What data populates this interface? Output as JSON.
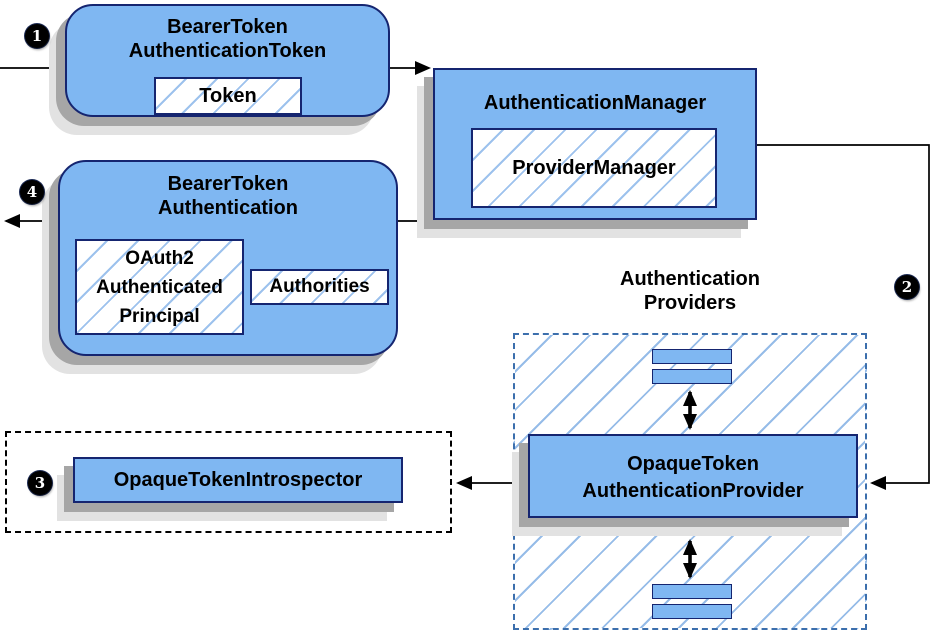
{
  "diagram": {
    "type": "flow-diagram",
    "topic": "Spring Security opaque token authentication flow"
  },
  "colors": {
    "box_fill": "#7fb7f2",
    "box_border": "#152570",
    "hatch_line": "#9dc2ed",
    "providers_container_border": "#3c6fad",
    "introspector_container_border": "#000000",
    "shadow_dark": "#a6a6a6",
    "shadow_light": "#e2e2e2",
    "connector": "#000000",
    "badge_bg": "#000000",
    "badge_text": "#ffffff"
  },
  "badges": {
    "step1": "1",
    "step2": "2",
    "step3": "3",
    "step4": "4"
  },
  "boxes": {
    "bearer_token_authentication_token": {
      "title": [
        "BearerToken",
        "AuthenticationToken"
      ],
      "token": "Token"
    },
    "authentication_manager": {
      "title": "AuthenticationManager",
      "inner": "ProviderManager"
    },
    "bearer_token_authentication": {
      "title": [
        "BearerToken",
        "Authentication"
      ],
      "principal": [
        "OAuth2",
        "Authenticated",
        "Principal"
      ],
      "authorities": "Authorities"
    },
    "opaque_token_authentication_provider": {
      "title": [
        "OpaqueToken",
        "AuthenticationProvider"
      ]
    },
    "opaque_token_introspector": {
      "title": "OpaqueTokenIntrospector"
    }
  },
  "labels": {
    "authentication_providers": [
      "Authentication",
      "Providers"
    ]
  }
}
